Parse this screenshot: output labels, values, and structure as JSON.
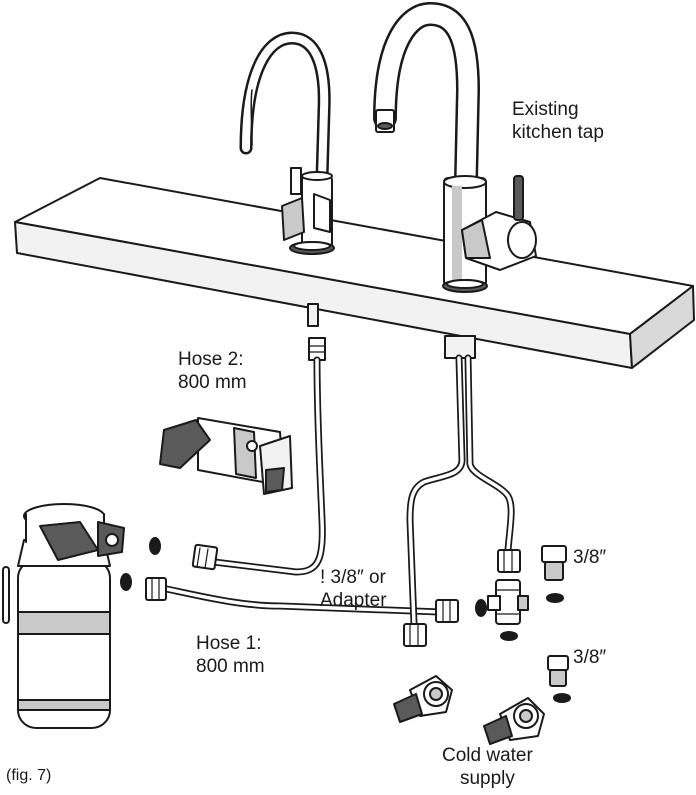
{
  "labels": {
    "existing_tap": "Existing\nkitchen tap",
    "hose2": "Hose 2:\n800 mm",
    "adapter": "! 3/8″ or\nAdapter",
    "hose1": "Hose 1:\n800 mm",
    "size_top": "3/8″",
    "size_bottom": "3/8″",
    "cold_water": "Cold water\nsupply",
    "fig": "(fig. 7)"
  },
  "colors": {
    "line": "#1a1a1a",
    "fill_light": "#f2f2f2",
    "fill_mid": "#c9c9c9",
    "fill_dark": "#5a5a5a"
  }
}
